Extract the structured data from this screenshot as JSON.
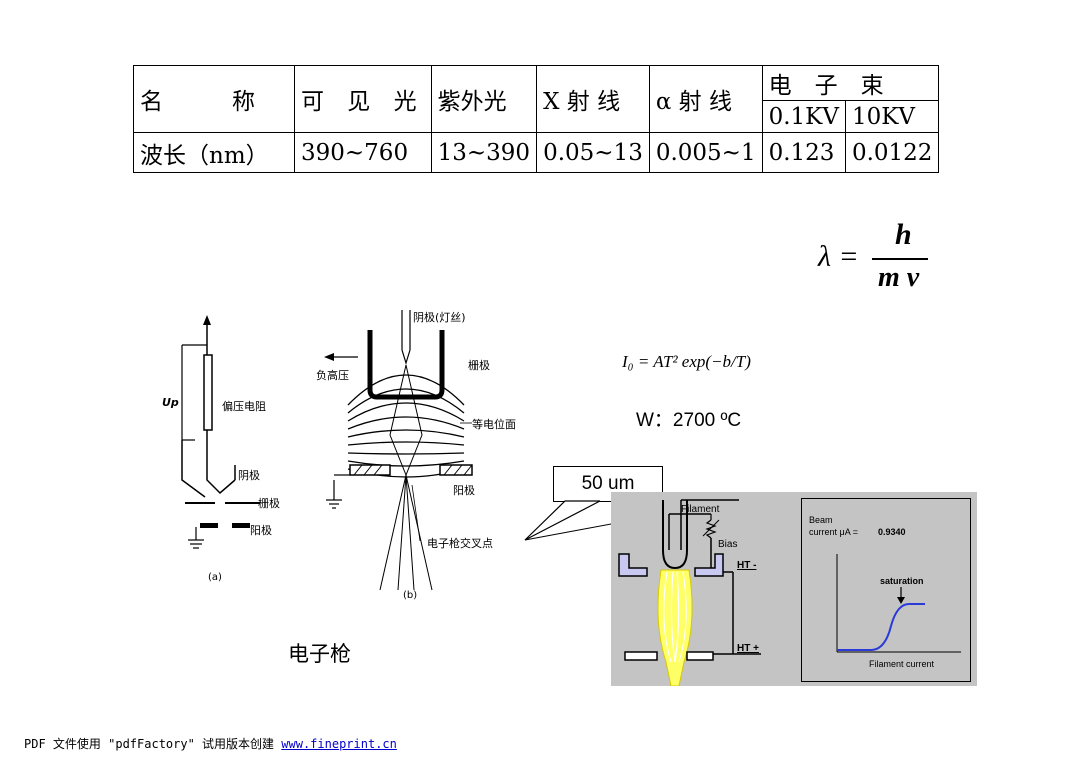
{
  "table": {
    "header": {
      "name_label": "名　　　称",
      "visible": "可 见 光",
      "uv": "紫外光",
      "xray": "X 射 线",
      "alpha": "α 射 线",
      "ebeam": "电　子　束",
      "ebeam_v1": "0.1KV",
      "ebeam_v2": "10KV"
    },
    "row": {
      "label": "波长（nm）",
      "visible": "390~760",
      "uv": "13~390",
      "xray": "0.05~13",
      "alpha": "0.005~1",
      "ebeam_v1": "0.123",
      "ebeam_v2": "0.0122"
    }
  },
  "formula": {
    "lhs": "λ =",
    "numerator": "h",
    "denominator": "m v"
  },
  "diagram_a": {
    "up_label": "Up",
    "resistor_label": "偏压电阻",
    "cathode_label": "阴极",
    "grid_label": "栅极",
    "anode_label": "阳极",
    "caption": "(a)"
  },
  "diagram_b": {
    "filament_label": "阴极(灯丝)",
    "neg_hv_label": "负高压",
    "grid_label": "栅极",
    "equipotential_label": "等电位面",
    "anode_label": "阳极",
    "crossover_label": "电子枪交叉点",
    "caption": "(b)"
  },
  "gun_caption": "电子枪",
  "richardson": {
    "equation": "I₀ = AT² exp(−b/T)",
    "temperature": "W：2700 ºC"
  },
  "callout": "50 um",
  "schematic": {
    "filament": "Filament",
    "bias": "Bias",
    "ht_minus": "HT -",
    "ht_plus": "HT +"
  },
  "beam_plot": {
    "beam_label": "Beam",
    "current_label": "current μA =",
    "current_value": "0.9340",
    "saturation": "saturation",
    "x_label": "Filament current"
  },
  "footer": {
    "text": "PDF 文件使用 \"pdfFactory\" 试用版本创建",
    "link": "www.fineprint.cn"
  },
  "colors": {
    "beam_yellow": "#ffff66",
    "electrode_lavender": "#c8c8f0",
    "curve_blue": "#2a3ad8",
    "panel_gray": "#c4c4c4"
  }
}
